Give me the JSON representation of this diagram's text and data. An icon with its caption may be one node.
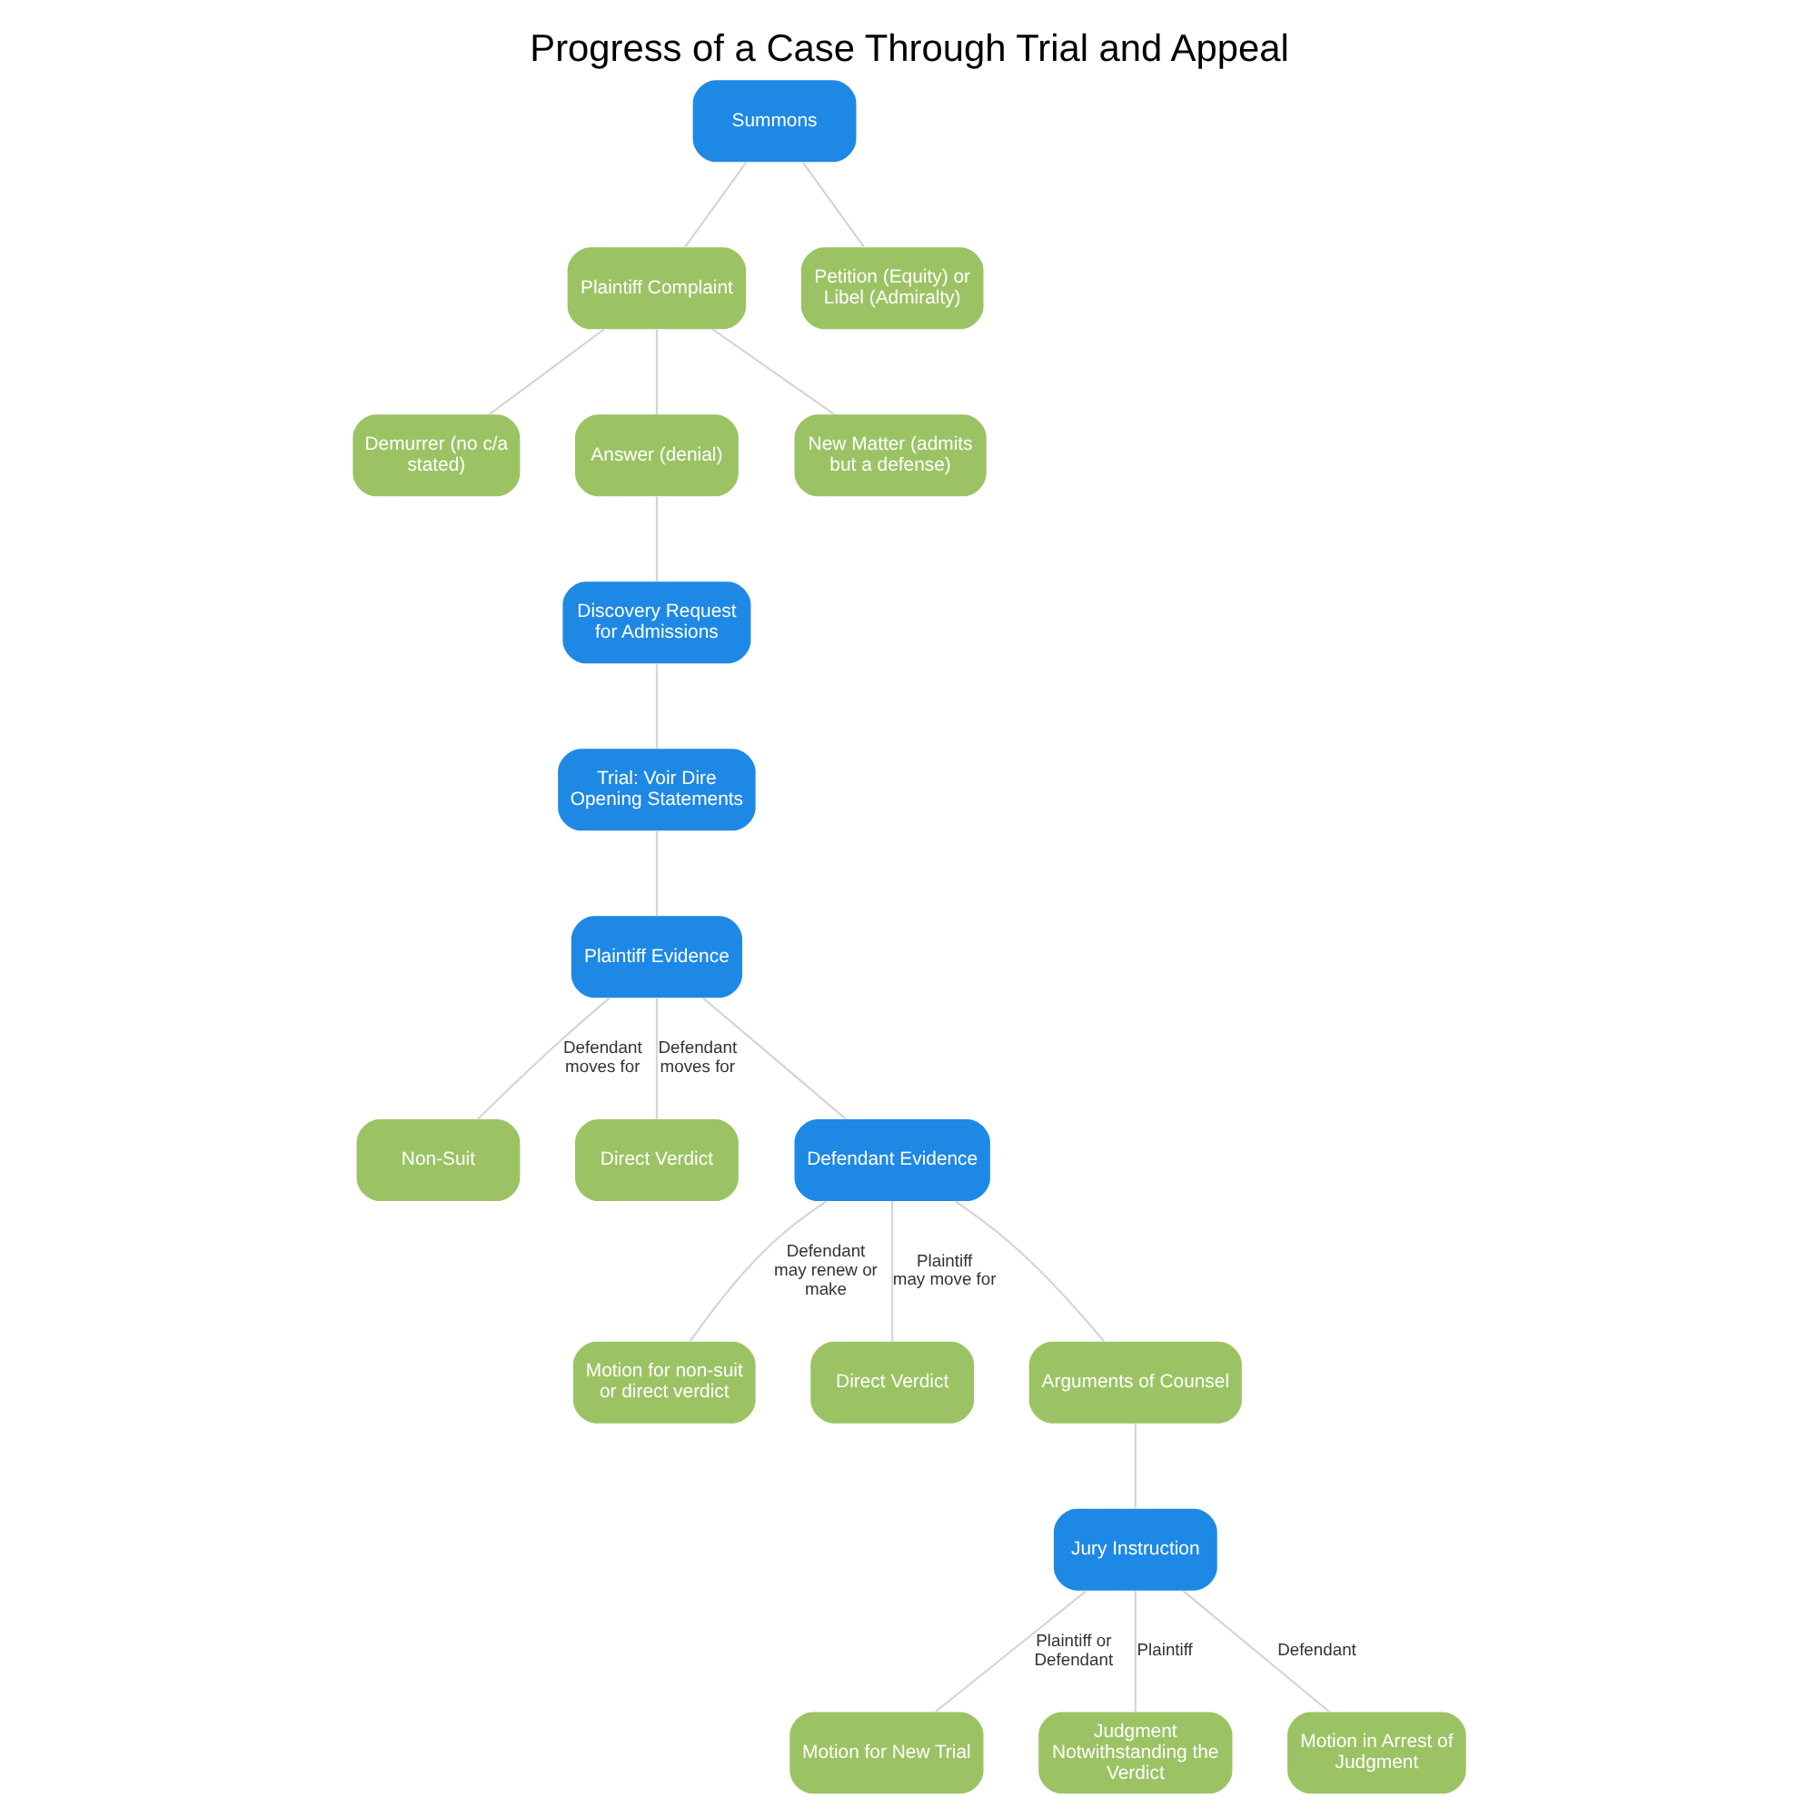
{
  "diagram": {
    "title": "Progress of a Case Through Trial and Appeal",
    "nodes": [
      {
        "text": [
          "Summons"
        ]
      },
      {
        "text": [
          "Plaintiff Complaint"
        ]
      },
      {
        "text": [
          "Petition (Equity) or Libel (Admiralty)"
        ]
      },
      {
        "text": [
          "Demurrer (no c/a stated)"
        ]
      },
      {
        "text": [
          "Answer (denial)"
        ]
      },
      {
        "text": [
          "New Matter (admits but a defense)"
        ]
      },
      {
        "text": [
          "Discovery Request for Admissions"
        ]
      },
      {
        "text": [
          "Trial: Voir Dire Opening Statements"
        ]
      },
      {
        "text": [
          "Plaintiff Evidence"
        ]
      },
      {
        "text": [
          "Non-Suit"
        ]
      },
      {
        "text": [
          "Direct Verdict"
        ]
      },
      {
        "text": [
          "Defendant Evidence"
        ]
      },
      {
        "text": [
          "Motion for non-suit or direct verdict"
        ]
      },
      {
        "text": [
          "Direct Verdict"
        ]
      },
      {
        "text": [
          "Arguments of Counsel"
        ]
      },
      {
        "text": [
          "Jury Instruction"
        ]
      },
      {
        "text": [
          "Motion for New Trial"
        ]
      },
      {
        "text": [
          "Judgment Notwithstanding the Verdict"
        ]
      },
      {
        "text": [
          "Motion in Arrest of Judgment"
        ]
      }
    ],
    "edges": [
      {
        "from": 0,
        "to": 1,
        "arrow": "none"
      },
      {
        "from": 0,
        "to": 2,
        "arrow": "none"
      },
      {
        "from": 1,
        "to": 3,
        "arrow": "none"
      },
      {
        "from": 1,
        "to": 4,
        "arrow": "none"
      },
      {
        "from": 1,
        "to": 5,
        "arrow": "none"
      },
      {
        "from": 4,
        "to": 6,
        "arrow": "none"
      },
      {
        "from": 6,
        "to": 7,
        "arrow": "none"
      },
      {
        "from": 7,
        "to": 8,
        "arrow": "none"
      },
      {
        "from": 8,
        "to": 9,
        "arrow": "none",
        "label": "Defendant moves for"
      },
      {
        "from": 8,
        "to": 10,
        "arrow": "none",
        "label": "Defendant moves for"
      },
      {
        "from": 8,
        "to": 11,
        "arrow": "none"
      },
      {
        "from": 11,
        "to": 12,
        "arrow": "none",
        "label": "Defendant may renew or make"
      },
      {
        "from": 11,
        "to": 13,
        "arrow": "none",
        "label": "Plaintiff may move for"
      },
      {
        "from": 11,
        "to": 14,
        "arrow": "none"
      },
      {
        "from": 14,
        "to": 15,
        "arrow": "none"
      },
      {
        "from": 15,
        "to": 16,
        "arrow": "none",
        "label": "Plaintiff or Defendant"
      },
      {
        "from": 15,
        "to": 17,
        "arrow": "none",
        "label": "Plaintiff"
      },
      {
        "from": 15,
        "to": 18,
        "arrow": "none",
        "label": "Defendant"
      }
    ]
  }
}
